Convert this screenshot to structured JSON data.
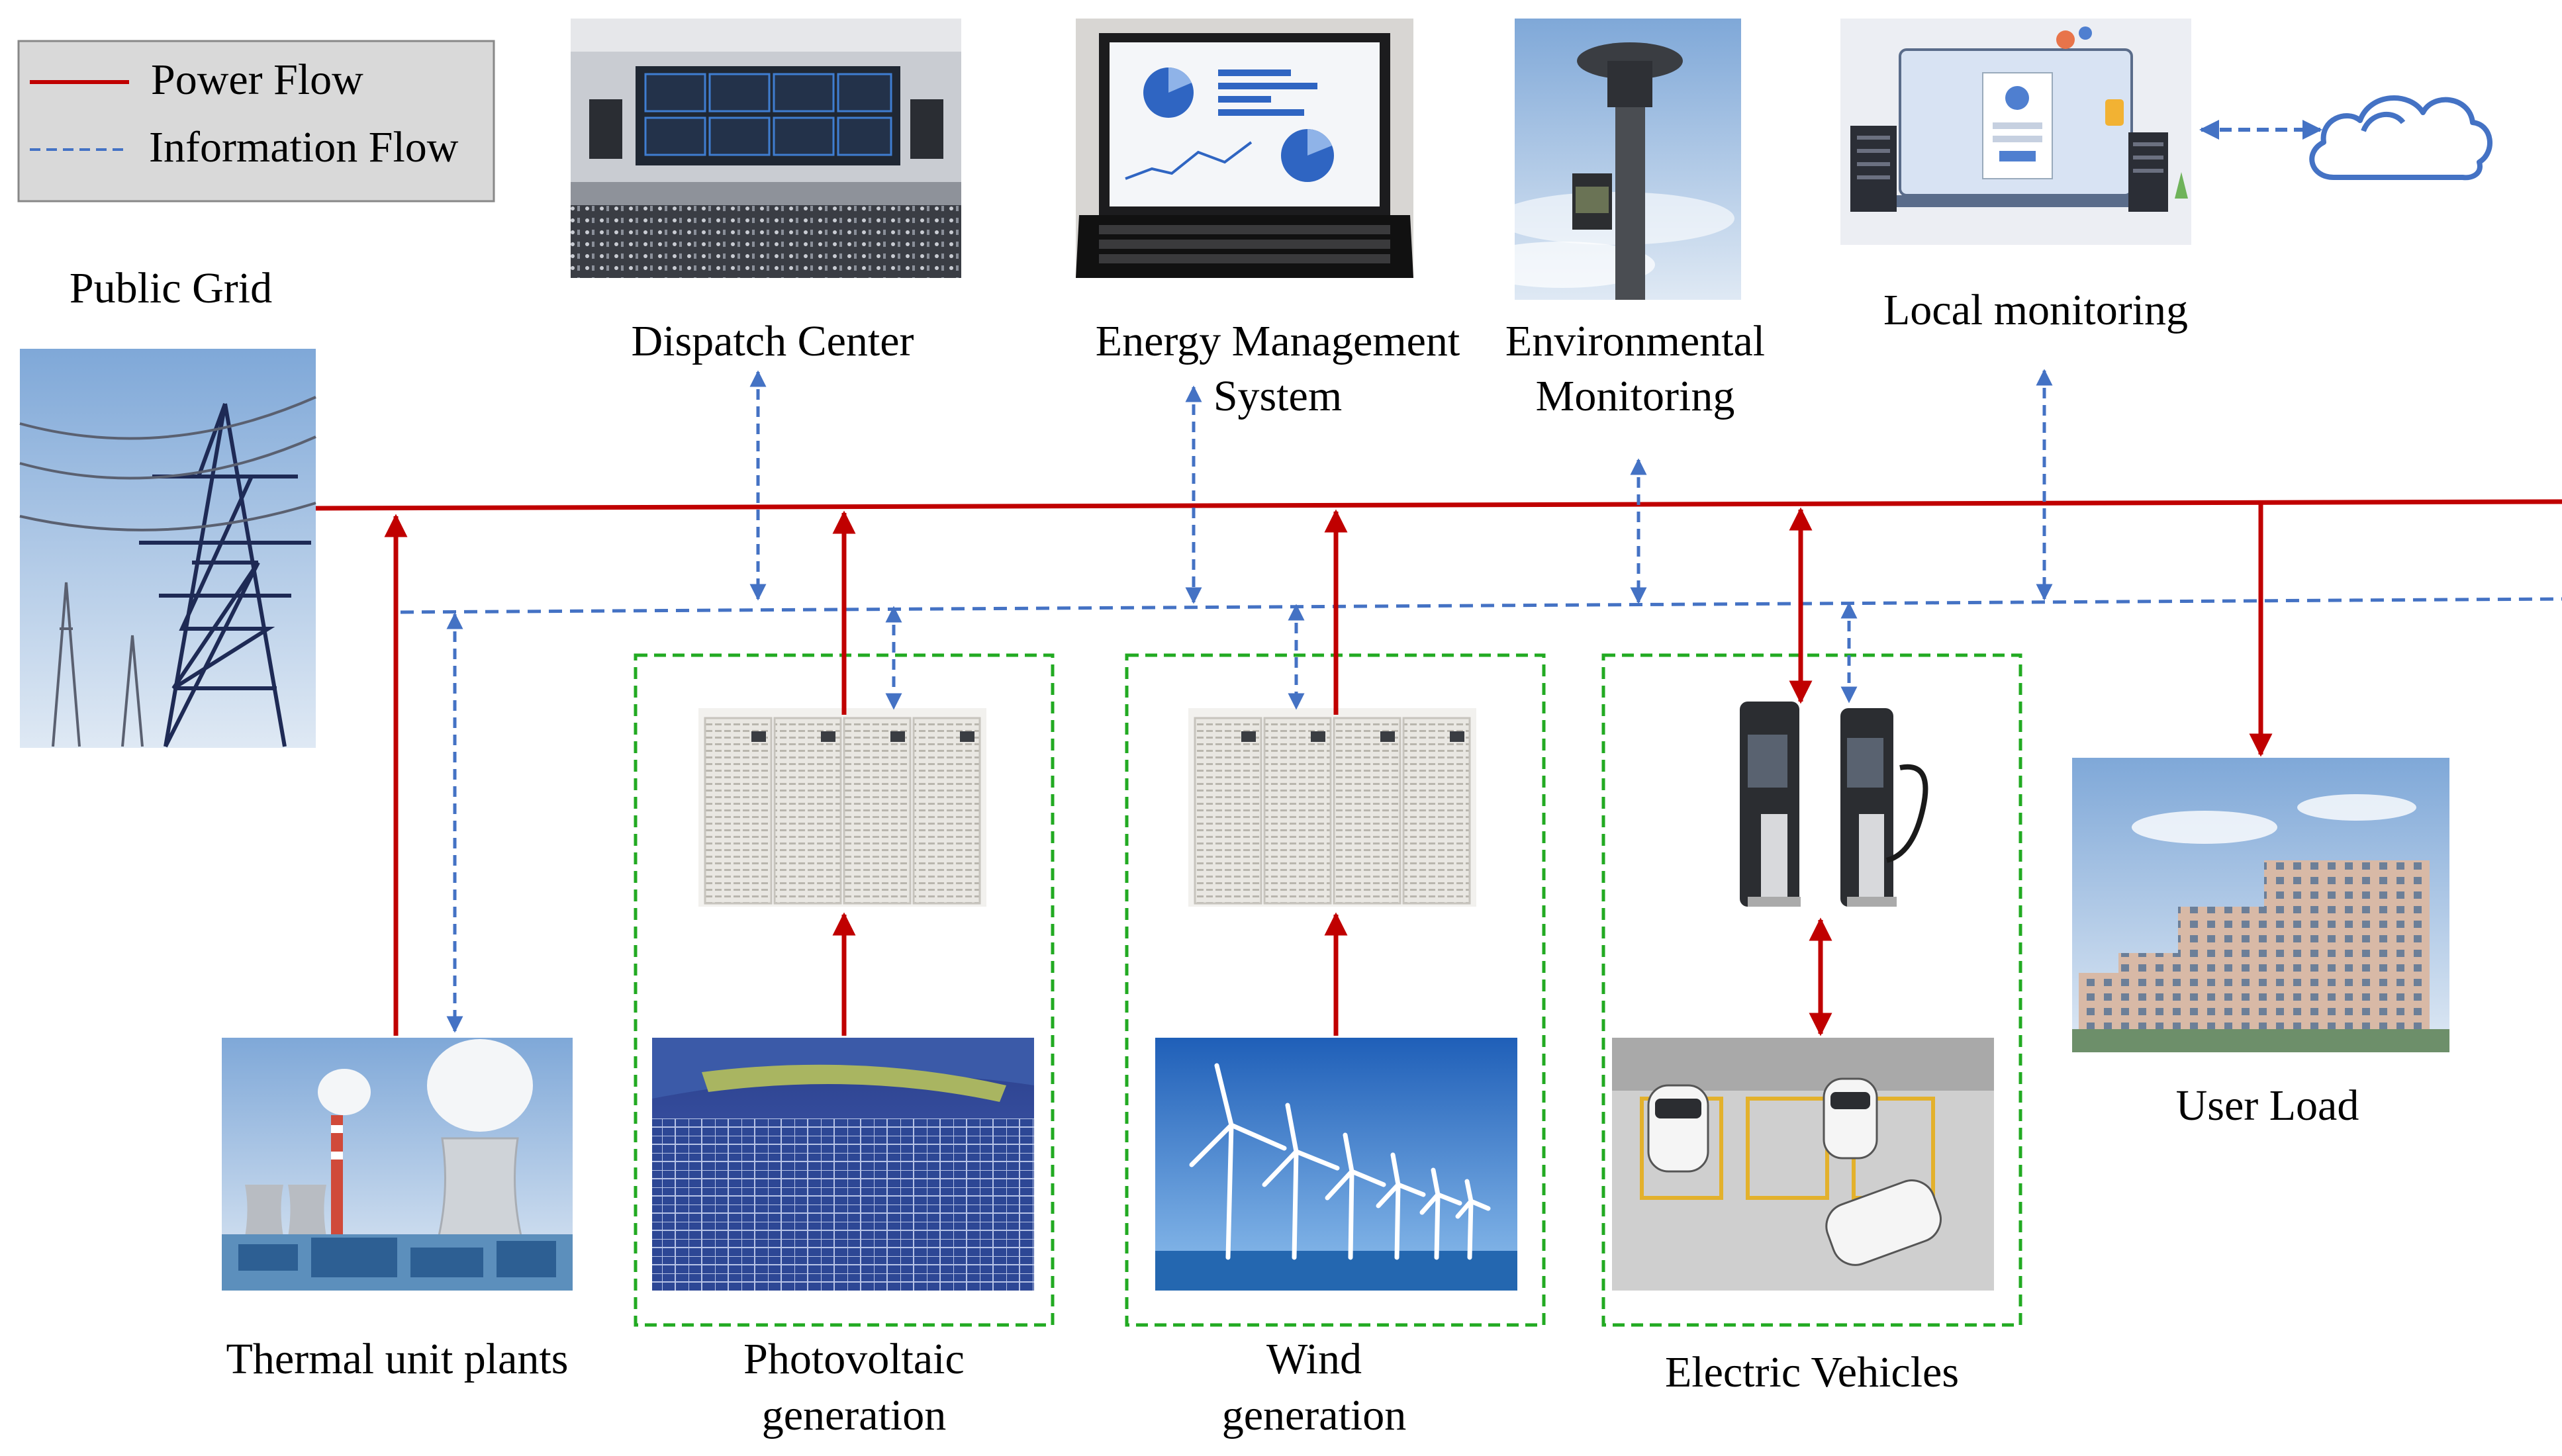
{
  "legend": {
    "power_flow": "Power Flow",
    "information_flow": "Information Flow"
  },
  "colors": {
    "power": "#c00000",
    "info": "#4472c4",
    "group_border": "#22aa22",
    "legend_bg": "#d9d9d9"
  },
  "labels": {
    "public_grid": "Public Grid",
    "dispatch_center": "Dispatch Center",
    "ems_line1": "Energy Management",
    "ems_line2": "System",
    "env_line1": "Environmental",
    "env_line2": "Monitoring",
    "local_monitoring": "Local monitoring",
    "thermal": "Thermal unit plants",
    "pv_line1": "Photovoltaic",
    "pv_line2": "generation",
    "wind_line1": "Wind",
    "wind_line2": "generation",
    "ev": "Electric Vehicles",
    "user_load": "User Load"
  },
  "images": {
    "public_grid": "transmission-tower-photo",
    "dispatch_center": "control-room-photo",
    "ems": "laptop-dashboard-photo",
    "env_monitor": "weather-station-photo",
    "local_monitor": "server-dashboard-illustration",
    "cloud": "cloud-icon",
    "thermal": "power-plant-photo",
    "pv_inverter": "inverter-cabinet-photo",
    "pv_panels": "solar-panels-photo",
    "wind_inverter": "inverter-cabinet-photo",
    "wind_turbines": "wind-turbines-photo",
    "chargers": "ev-charger-photo",
    "parking": "ev-parking-photo",
    "buildings": "apartment-buildings-photo"
  }
}
